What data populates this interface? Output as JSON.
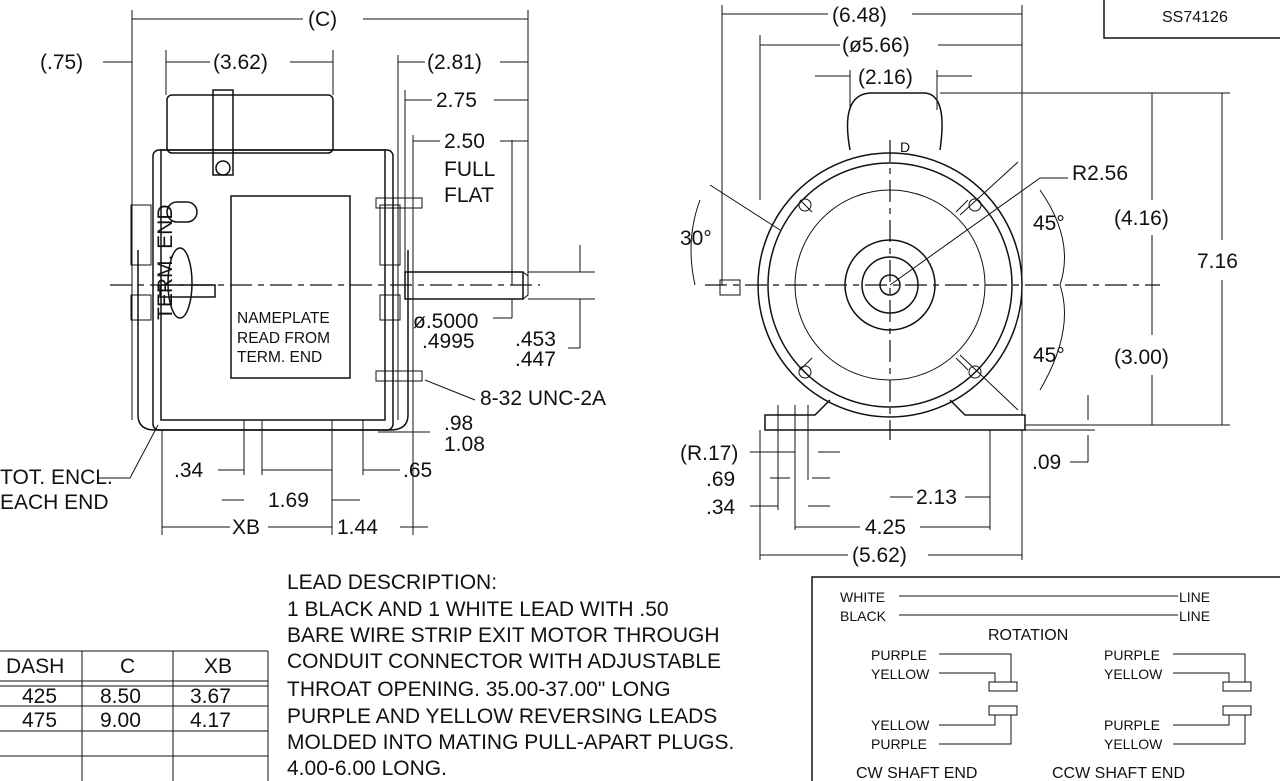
{
  "title_block": {
    "part_number": "SS74126"
  },
  "side_view": {
    "dim_c": "(C)",
    "dim_075": "(.75)",
    "dim_362": "(3.62)",
    "dim_281": "(2.81)",
    "dim_275": "2.75",
    "dim_250": "2.50",
    "full": "FULL",
    "flat": "FLAT",
    "term_end": "TERM. END",
    "nameplate": [
      "NAMEPLATE",
      "READ FROM",
      "TERM. END"
    ],
    "shaft_dia_top": "ø.5000",
    "shaft_dia_bottom": ".4995",
    "flat_top": ".453",
    "flat_bottom": ".447",
    "thread": "8-32 UNC-2A",
    "dim_098": ".98",
    "dim_108": "1.08",
    "dim_034": ".34",
    "dim_065": ".65",
    "dim_169": "1.69",
    "dim_xb": "XB",
    "dim_144": "1.44",
    "tot_encl": "TOT. ENCL.",
    "each_end": "EACH END"
  },
  "end_view": {
    "dim_648": "(6.48)",
    "dim_566": "(ø5.66)",
    "dim_216": "(2.16)",
    "r256": "R2.56",
    "angle_30": "30°",
    "angle_45_top": "45°",
    "angle_45_bottom": "45°",
    "dim_416": "(4.16)",
    "dim_716": "7.16",
    "dim_300": "(3.00)",
    "dim_r17": "(R.17)",
    "dim_069": ".69",
    "dim_034": ".34",
    "dim_009": ".09",
    "dim_213": "2.13",
    "dim_425": "4.25",
    "dim_562": "(5.62)",
    "mark_d": "D"
  },
  "dash_table": {
    "headers": [
      "DASH",
      "C",
      "XB"
    ],
    "rows": [
      [
        "425",
        "8.50",
        "3.67"
      ],
      [
        "475",
        "9.00",
        "4.17"
      ],
      [
        "",
        "",
        ""
      ],
      [
        "",
        "",
        ""
      ]
    ]
  },
  "lead_description": {
    "heading": "LEAD DESCRIPTION:",
    "lines": [
      "1 BLACK AND 1 WHITE LEAD WITH .50",
      "BARE WIRE STRIP EXIT MOTOR THROUGH",
      "CONDUIT CONNECTOR WITH ADJUSTABLE",
      "THROAT OPENING. 35.00-37.00\" LONG",
      "PURPLE AND YELLOW REVERSING LEADS",
      "MOLDED INTO MATING PULL-APART PLUGS.",
      "4.00-6.00 LONG."
    ]
  },
  "wiring": {
    "white": "WHITE",
    "black": "BLACK",
    "line": "LINE",
    "rotation": "ROTATION",
    "cw": {
      "top": [
        "PURPLE",
        "YELLOW"
      ],
      "bottom": [
        "YELLOW",
        "PURPLE"
      ],
      "label": "CW SHAFT END"
    },
    "ccw": {
      "top": [
        "PURPLE",
        "YELLOW"
      ],
      "bottom": [
        "PURPLE",
        "YELLOW"
      ],
      "label": "CCW SHAFT END"
    }
  }
}
